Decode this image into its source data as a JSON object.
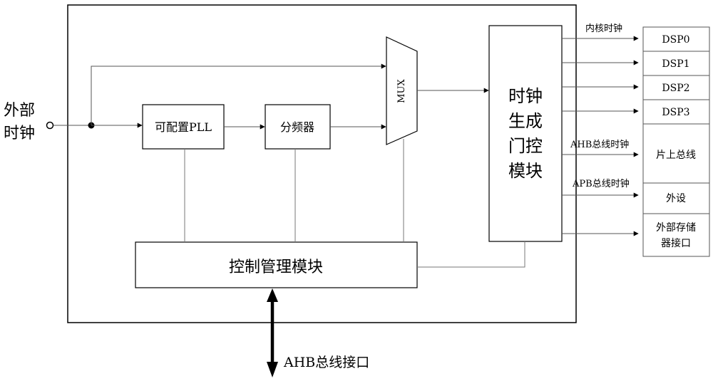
{
  "external_clock": {
    "line1": "外部",
    "line2": "时钟"
  },
  "blocks": {
    "pll": "可配置PLL",
    "divider": "分频器",
    "mux": "MUX",
    "clock_gen": [
      "时钟",
      "生成",
      "门控",
      "模块"
    ],
    "control": "控制管理模块"
  },
  "signals": {
    "core_clock": "内核时钟",
    "ahb_clock": "AHB总线时钟",
    "apb_clock": "APB总线时钟"
  },
  "outputs": {
    "dsp0": "DSP0",
    "dsp1": "DSP1",
    "dsp2": "DSP2",
    "dsp3": "DSP3",
    "onchip_bus": "片上总线",
    "peripheral": "外设",
    "ext_mem_line1": "外部存储",
    "ext_mem_line2": "器接口"
  },
  "bus_interface": "AHB总线接口"
}
